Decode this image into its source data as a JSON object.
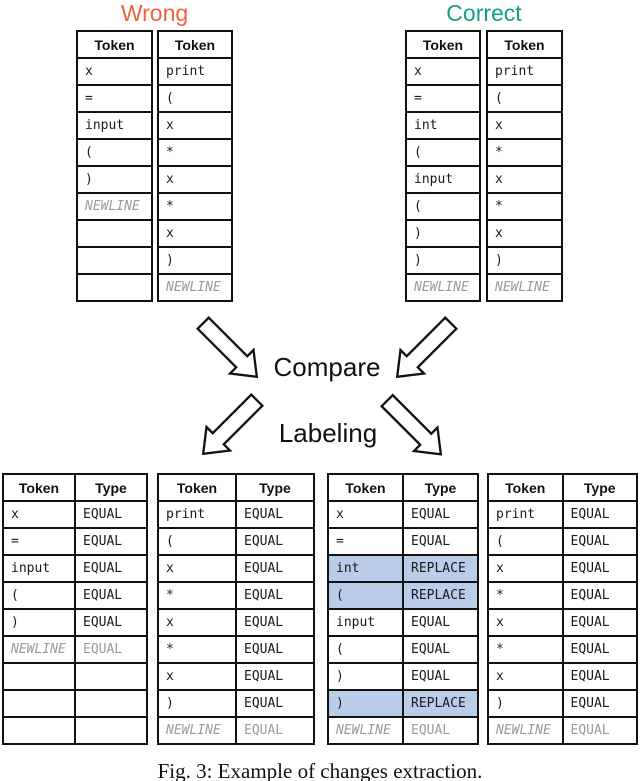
{
  "colors": {
    "wrong_accent": "#F0613C",
    "correct_accent": "#14A083",
    "highlight": "#B9CDE9",
    "muted_text": "#9A9A9A",
    "border": "#111111"
  },
  "header": {
    "wrong_title": "Wrong",
    "correct_title": "Correct"
  },
  "flow": {
    "compare_label": "Compare",
    "labeling_label": "Labeling",
    "arrow_icons": [
      "arrow-down-right-icon",
      "arrow-down-left-icon",
      "arrow-down-left-icon",
      "arrow-down-right-icon"
    ]
  },
  "caption": "Fig. 3: Example of changes extraction.",
  "tables": {
    "top_wrong_left": {
      "headers": [
        "Token"
      ],
      "rows": [
        [
          "x"
        ],
        [
          "="
        ],
        [
          "input"
        ],
        [
          "("
        ],
        [
          ")"
        ],
        [
          "NEWLINE"
        ],
        [
          ""
        ],
        [
          ""
        ],
        [
          ""
        ]
      ]
    },
    "top_wrong_right": {
      "headers": [
        "Token"
      ],
      "rows": [
        [
          "print"
        ],
        [
          "("
        ],
        [
          "x"
        ],
        [
          "*"
        ],
        [
          "x"
        ],
        [
          "*"
        ],
        [
          "x"
        ],
        [
          ")"
        ],
        [
          "NEWLINE"
        ]
      ]
    },
    "top_correct_left": {
      "headers": [
        "Token"
      ],
      "rows": [
        [
          "x"
        ],
        [
          "="
        ],
        [
          "int"
        ],
        [
          "("
        ],
        [
          "input"
        ],
        [
          "("
        ],
        [
          ")"
        ],
        [
          ")"
        ],
        [
          "NEWLINE"
        ]
      ]
    },
    "top_correct_right": {
      "headers": [
        "Token"
      ],
      "rows": [
        [
          "print"
        ],
        [
          "("
        ],
        [
          "x"
        ],
        [
          "*"
        ],
        [
          "x"
        ],
        [
          "*"
        ],
        [
          "x"
        ],
        [
          ")"
        ],
        [
          "NEWLINE"
        ]
      ]
    },
    "labeled_wrong_left": {
      "headers": [
        "Token",
        "Type"
      ],
      "rows": [
        [
          "x",
          "EQUAL"
        ],
        [
          "=",
          "EQUAL"
        ],
        [
          "input",
          "EQUAL"
        ],
        [
          "(",
          "EQUAL"
        ],
        [
          ")",
          "EQUAL"
        ],
        [
          "NEWLINE",
          "EQUAL"
        ],
        [
          "",
          ""
        ],
        [
          "",
          ""
        ],
        [
          "",
          ""
        ]
      ]
    },
    "labeled_wrong_right": {
      "headers": [
        "Token",
        "Type"
      ],
      "rows": [
        [
          "print",
          "EQUAL"
        ],
        [
          "(",
          "EQUAL"
        ],
        [
          "x",
          "EQUAL"
        ],
        [
          "*",
          "EQUAL"
        ],
        [
          "x",
          "EQUAL"
        ],
        [
          "*",
          "EQUAL"
        ],
        [
          "x",
          "EQUAL"
        ],
        [
          ")",
          "EQUAL"
        ],
        [
          "NEWLINE",
          "EQUAL"
        ]
      ]
    },
    "labeled_correct_left": {
      "headers": [
        "Token",
        "Type"
      ],
      "rows": [
        [
          "x",
          "EQUAL"
        ],
        [
          "=",
          "EQUAL"
        ],
        [
          "int",
          "REPLACE"
        ],
        [
          "(",
          "REPLACE"
        ],
        [
          "input",
          "EQUAL"
        ],
        [
          "(",
          "EQUAL"
        ],
        [
          ")",
          "EQUAL"
        ],
        [
          ")",
          "REPLACE"
        ],
        [
          "NEWLINE",
          "EQUAL"
        ]
      ],
      "highlight_rows": [
        2,
        3,
        7
      ]
    },
    "labeled_correct_right": {
      "headers": [
        "Token",
        "Type"
      ],
      "rows": [
        [
          "print",
          "EQUAL"
        ],
        [
          "(",
          "EQUAL"
        ],
        [
          "x",
          "EQUAL"
        ],
        [
          "*",
          "EQUAL"
        ],
        [
          "x",
          "EQUAL"
        ],
        [
          "*",
          "EQUAL"
        ],
        [
          "x",
          "EQUAL"
        ],
        [
          ")",
          "EQUAL"
        ],
        [
          "NEWLINE",
          "EQUAL"
        ]
      ]
    }
  }
}
